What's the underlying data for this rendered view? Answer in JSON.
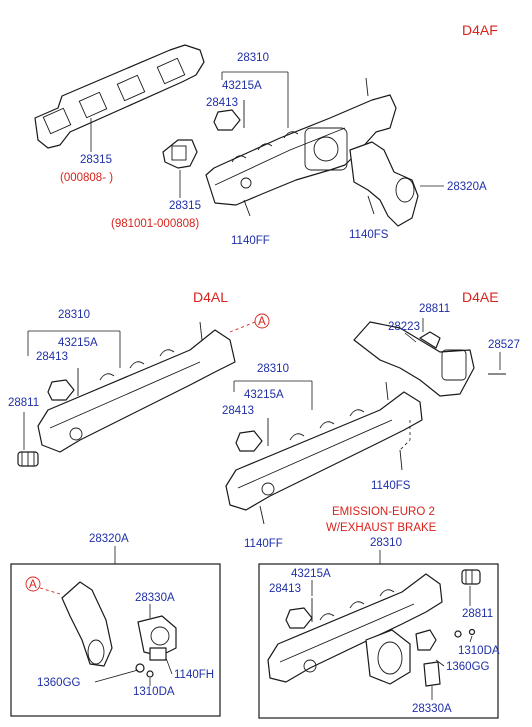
{
  "engine_tags": {
    "d4af": "D4AF",
    "d4al": "D4AL",
    "d4ae": "D4AE"
  },
  "ref_marker": "A",
  "top_section": {
    "gasket_part": "28315",
    "gasket_range_a": "(000808- )",
    "manifold": "28310",
    "stud": "43215A",
    "bracket": "28413",
    "gasket_part_b": "28315",
    "gasket_range_b": "(981001-000808)",
    "bolt_ff": "1140FF",
    "elbow": "28320A",
    "bolt_fs": "1140FS"
  },
  "d4al_section": {
    "manifold": "28310",
    "stud": "43215A",
    "bracket": "28413",
    "plug": "28811"
  },
  "d4ae_section": {
    "plug": "28811",
    "pipe": "28223",
    "bolt": "28527",
    "manifold": "28310",
    "stud": "43215A",
    "bracket": "28413",
    "bolt_fs": "1140FS",
    "bolt_ff": "1140FF"
  },
  "elbow_box": {
    "title": "28320A",
    "valve": "28330A",
    "bolt_gg": "1360GG",
    "bolt_fh": "1140FH",
    "nut": "1310DA"
  },
  "euro_box": {
    "note_line1": "EMISSION-EURO 2",
    "note_line2": "W/EXHAUST BRAKE",
    "title": "28310",
    "stud": "43215A",
    "bracket": "28413",
    "plug": "28811",
    "nut": "1310DA",
    "bolt_gg": "1360GG",
    "valve": "28330A"
  }
}
